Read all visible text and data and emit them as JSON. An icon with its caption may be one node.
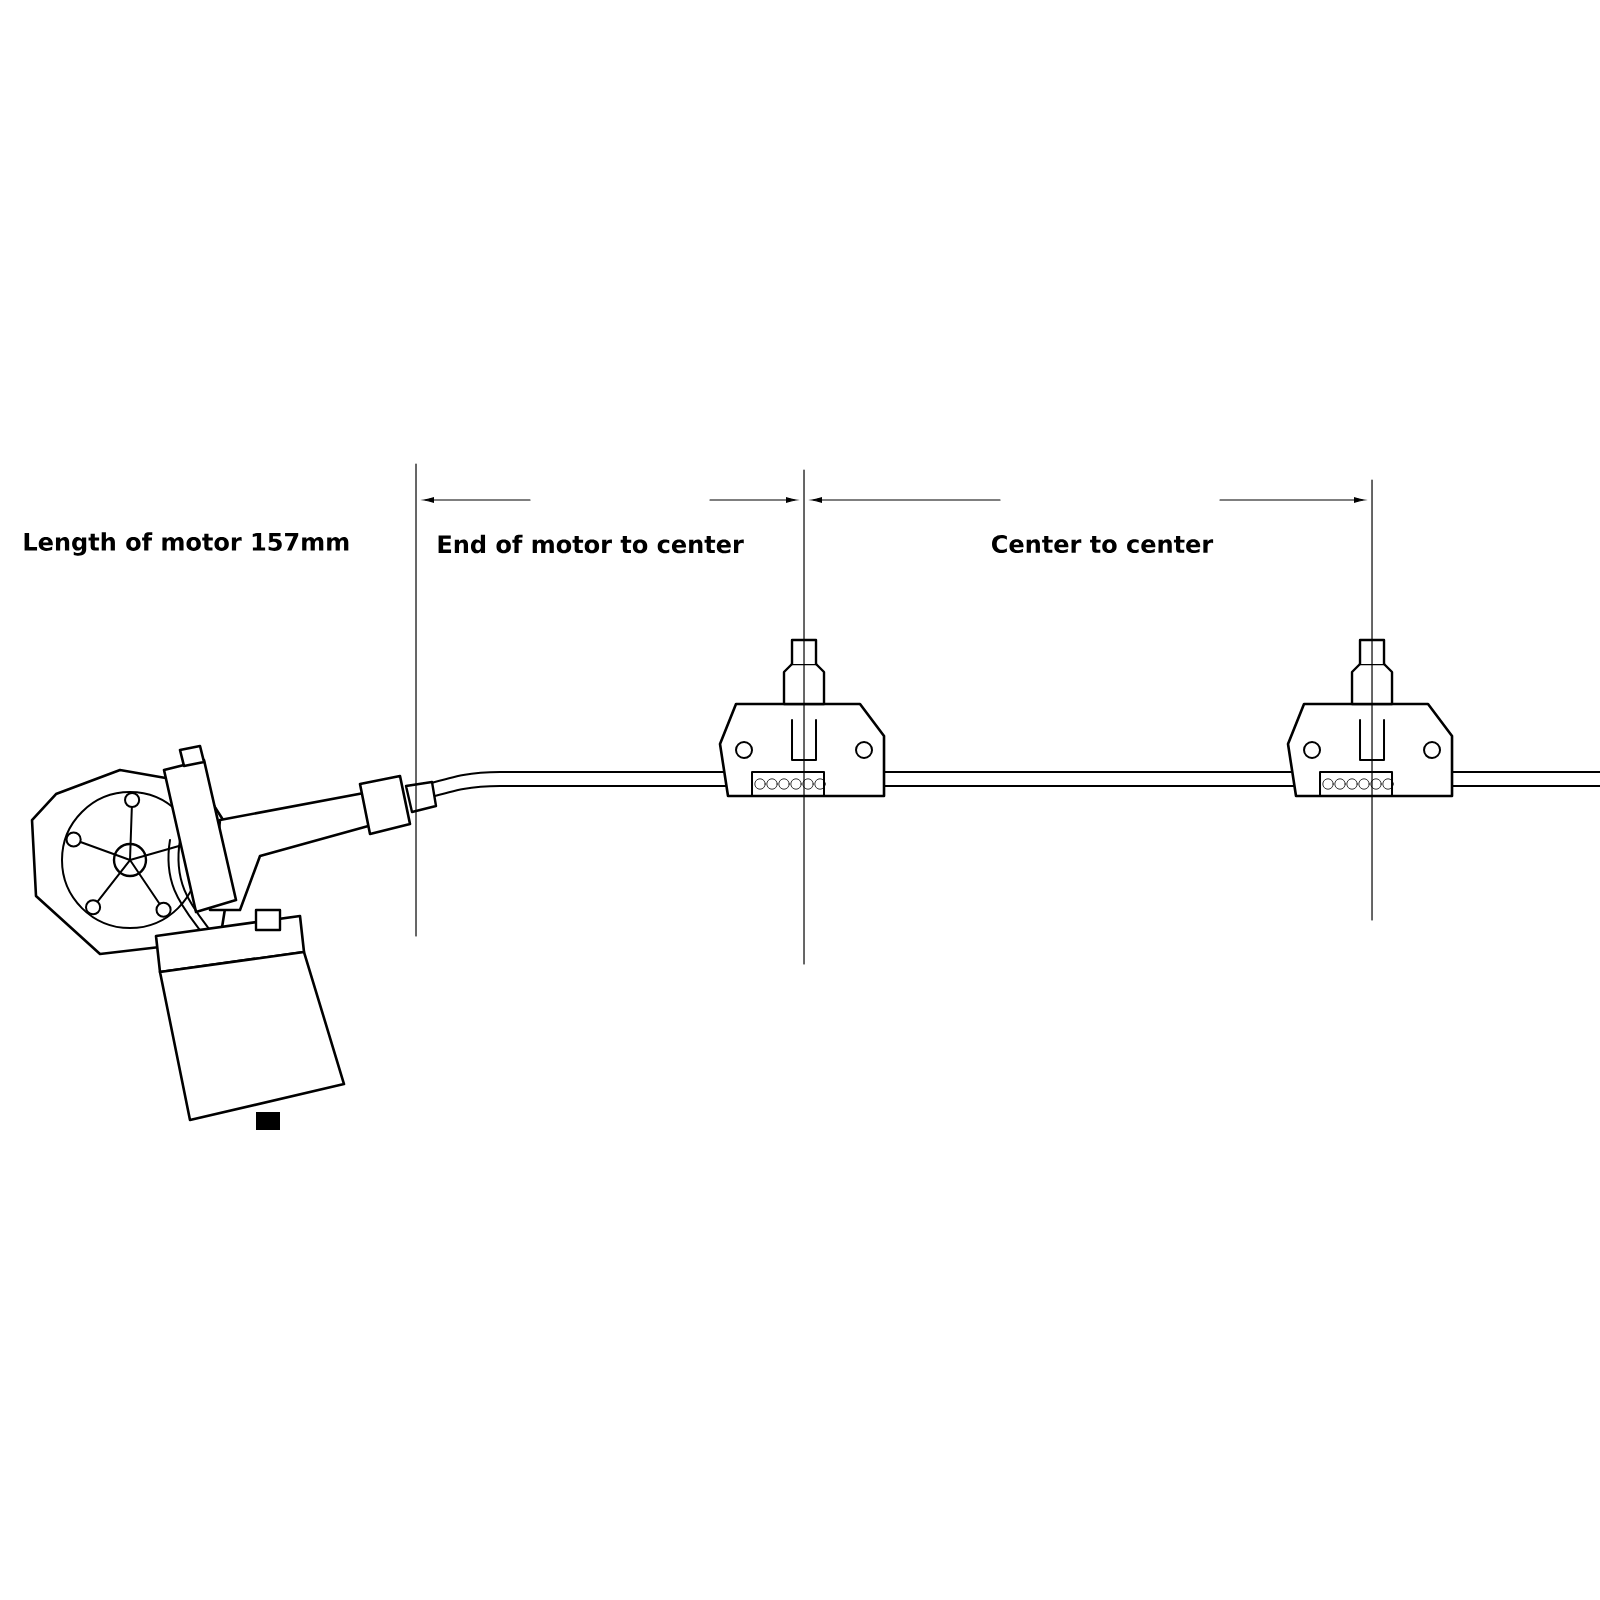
{
  "diagram": {
    "labels": [
      "Length of motor 157mm",
      "End of motor to center",
      "Center to center"
    ]
  }
}
